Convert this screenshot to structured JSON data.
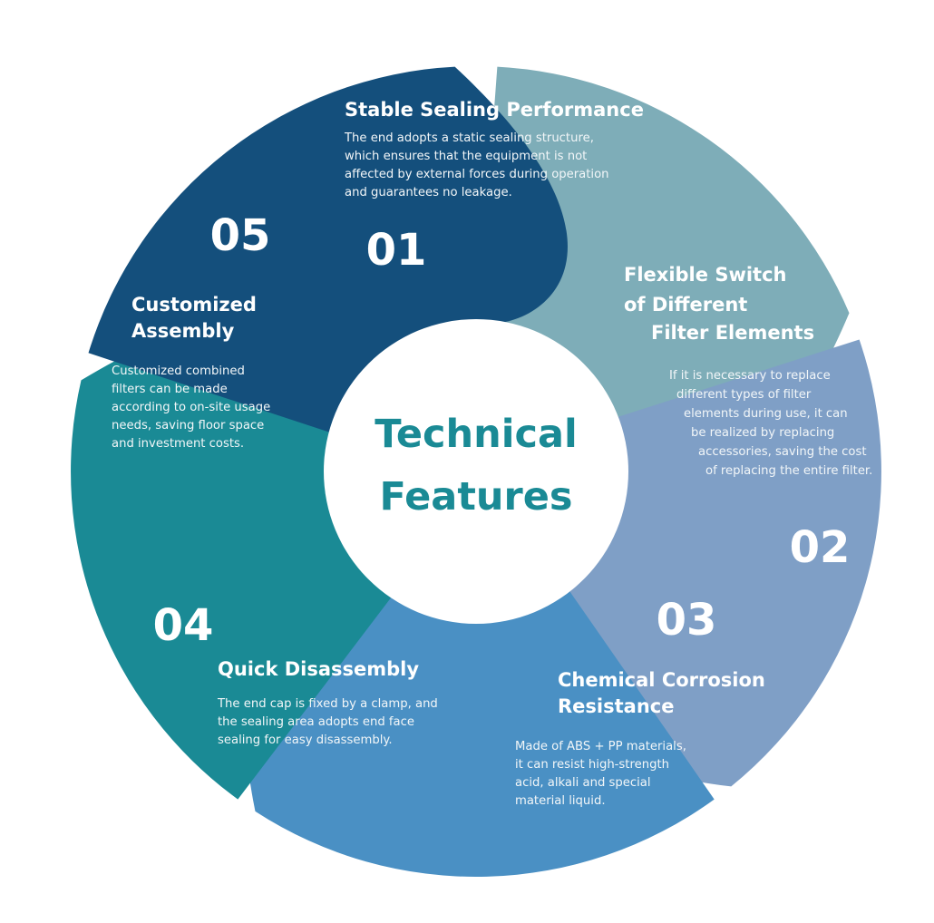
{
  "center": {
    "line1": "Technical",
    "line2": "Features",
    "color": "#1a8a95"
  },
  "segments": [
    {
      "number": "01",
      "color": "#7eadb8",
      "title": [
        "Stable Sealing Performance"
      ],
      "description": [
        "The end adopts a static sealing structure,",
        "which ensures that the equipment is not",
        "affected by external forces during operation",
        "and guarantees no leakage."
      ]
    },
    {
      "number": "02",
      "color": "#7f9fc6",
      "title": [
        "Flexible Switch",
        "of Different",
        "Filter Elements"
      ],
      "description": [
        "If it is necessary to replace",
        "different types of filter",
        "elements during use, it can",
        "be realized by replacing",
        "accessories, saving the cost",
        "of replacing the entire filter."
      ]
    },
    {
      "number": "03",
      "color": "#4a90c4",
      "title": [
        "Chemical Corrosion",
        "Resistance"
      ],
      "description": [
        "Made of ABS + PP materials,",
        "it can resist high-strength",
        "acid, alkali and special",
        "material liquid."
      ]
    },
    {
      "number": "04",
      "color": "#1a8a95",
      "title": [
        "Quick Disassembly"
      ],
      "description": [
        "The end cap is fixed by a clamp, and",
        "the sealing area adopts end face",
        "sealing for easy disassembly."
      ]
    },
    {
      "number": "05",
      "color": "#144f7c",
      "title": [
        "Customized",
        "Assembly"
      ],
      "description": [
        "Customized combined",
        "filters can be made",
        "according to on-site usage",
        "needs, saving floor space",
        "and investment costs."
      ]
    }
  ]
}
